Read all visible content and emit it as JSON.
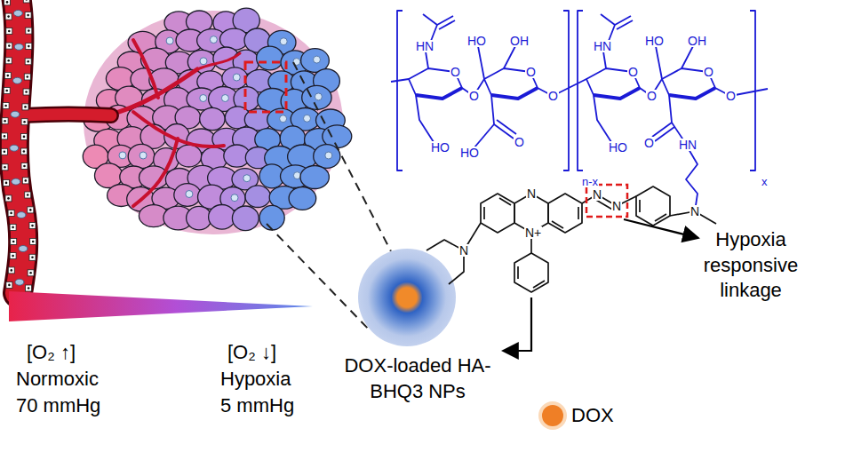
{
  "diagram": {
    "labels": [
      "HN",
      "O",
      "HO",
      "OH",
      "O",
      "O",
      "HO",
      "HO",
      "O",
      "O",
      "HN",
      "O",
      "HO",
      "OH",
      "O",
      "O",
      "HO",
      "O",
      "HN",
      "O",
      "n-x",
      "x",
      "N",
      "N+",
      "N",
      "N",
      "N",
      "N",
      "Hypoxia responsive linkage",
      "DOX",
      "DOX-loaded HA-BHQ3 NPs",
      "[O₂ ↑]",
      "Normoxic",
      "70 mmHg",
      "[O₂ ↓]",
      "Hypoxia",
      "5 mmHg"
    ]
  }
}
